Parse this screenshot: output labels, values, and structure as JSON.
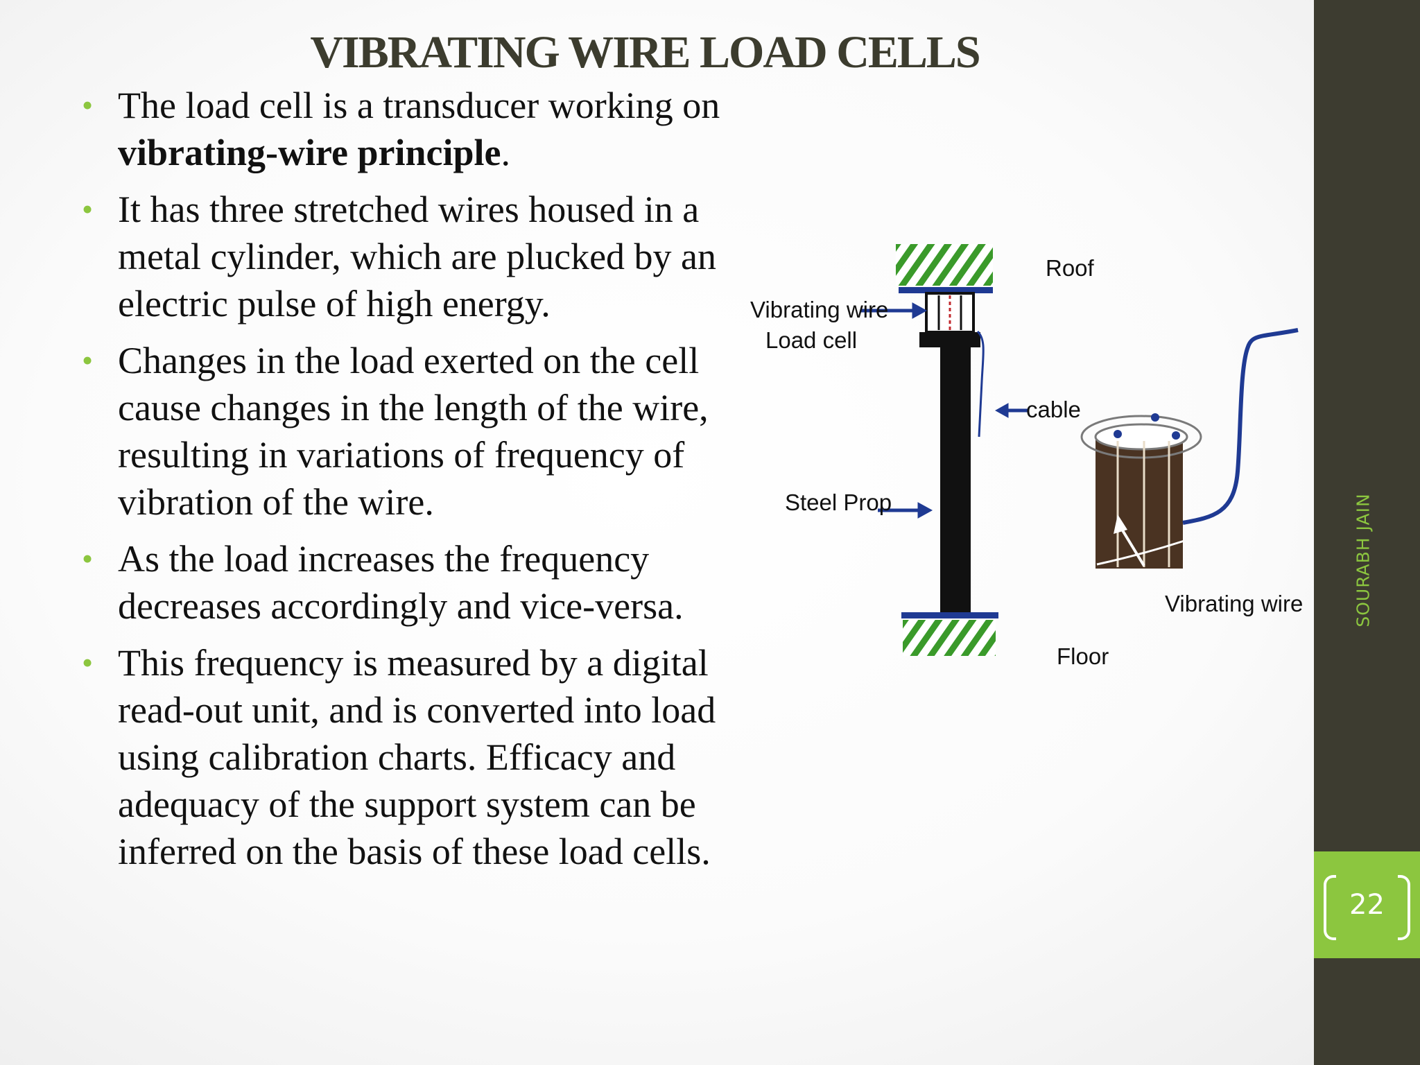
{
  "slide": {
    "title": "VIBRATING WIRE LOAD CELLS",
    "bullets": [
      {
        "text_before": "The load cell is a transducer working on ",
        "bold": "vibrating-wire principle",
        "text_after": "."
      },
      {
        "text": "It has three stretched wires housed in a metal cylinder, which are plucked by an electric pulse of high energy."
      },
      {
        "text": "Changes in the load exerted on the cell cause changes in the length of the wire, resulting in variations of frequency of vibration of the wire."
      },
      {
        "text": "As the load increases the frequency decreases accordingly and vice-versa."
      },
      {
        "text": "This frequency is measured by a digital read-out unit, and is converted into load using calibration charts. Efficacy and adequacy of the support system can be inferred on the basis of these load cells."
      }
    ],
    "bullet_symbol": "•",
    "author": "SOURABH JAIN",
    "page_number": "22"
  },
  "diagram": {
    "labels": {
      "roof": "Roof",
      "vibrating_wire_load_cell_line1": "Vibrating wire",
      "vibrating_wire_load_cell_line2": "Load cell",
      "cable": "cable",
      "steel_prop": "Steel Prop",
      "vibrating_wire": "Vibrating wire",
      "floor": "Floor"
    }
  },
  "colors": {
    "accent_green": "#8cc63f",
    "sidebar_dark": "#3d3c30",
    "title_text": "#3c3c2e",
    "hatch_green": "#3a9a2a",
    "plate_blue": "#1f3a93",
    "cylinder_brown": "#4a3322"
  }
}
